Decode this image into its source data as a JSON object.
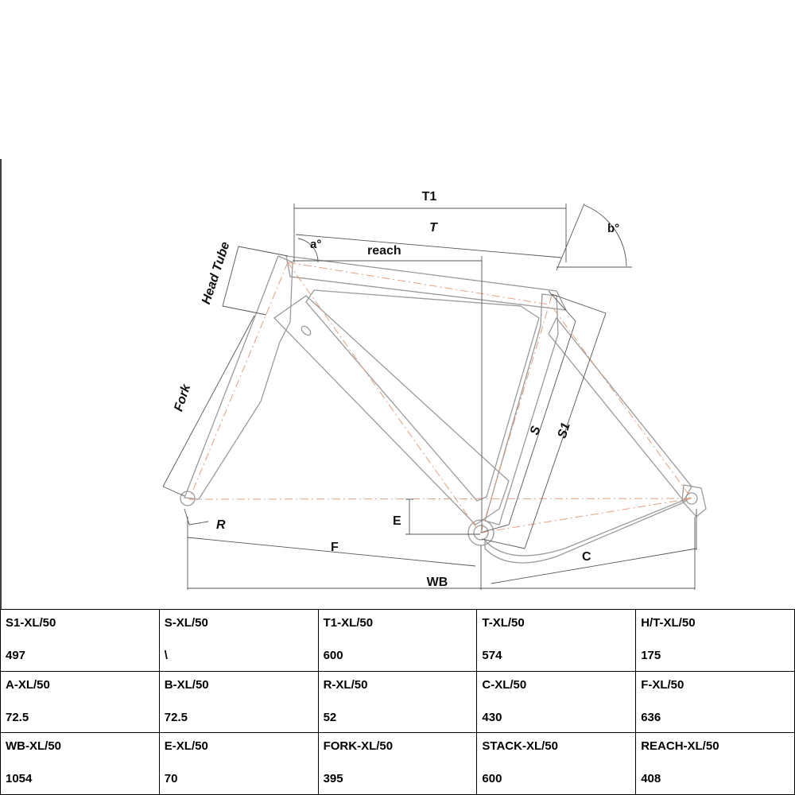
{
  "diagram": {
    "labels": {
      "t1": "T1",
      "t": "T",
      "a": "a°",
      "b": "b°",
      "reach": "reach",
      "head_tube": "Head Tube",
      "fork": "Fork",
      "s": "S",
      "s1": "S1",
      "r": "R",
      "e": "E",
      "f": "F",
      "c": "C",
      "wb": "WB"
    }
  },
  "table": {
    "rows": [
      [
        {
          "name": "S1-XL/50",
          "value": "497"
        },
        {
          "name": "S-XL/50",
          "value": "\\"
        },
        {
          "name": "T1-XL/50",
          "value": "600"
        },
        {
          "name": "T-XL/50",
          "value": "574"
        },
        {
          "name": "H/T-XL/50",
          "value": "175"
        }
      ],
      [
        {
          "name": "A-XL/50",
          "value": "72.5"
        },
        {
          "name": "B-XL/50",
          "value": "72.5"
        },
        {
          "name": "R-XL/50",
          "value": "52"
        },
        {
          "name": "C-XL/50",
          "value": "430"
        },
        {
          "name": "F-XL/50",
          "value": "636"
        }
      ],
      [
        {
          "name": "WB-XL/50",
          "value": "1054"
        },
        {
          "name": "E-XL/50",
          "value": "70"
        },
        {
          "name": "FORK-XL/50",
          "value": "395"
        },
        {
          "name": "STACK-XL/50",
          "value": "600"
        },
        {
          "name": "REACH-XL/50",
          "value": "408"
        }
      ]
    ]
  }
}
